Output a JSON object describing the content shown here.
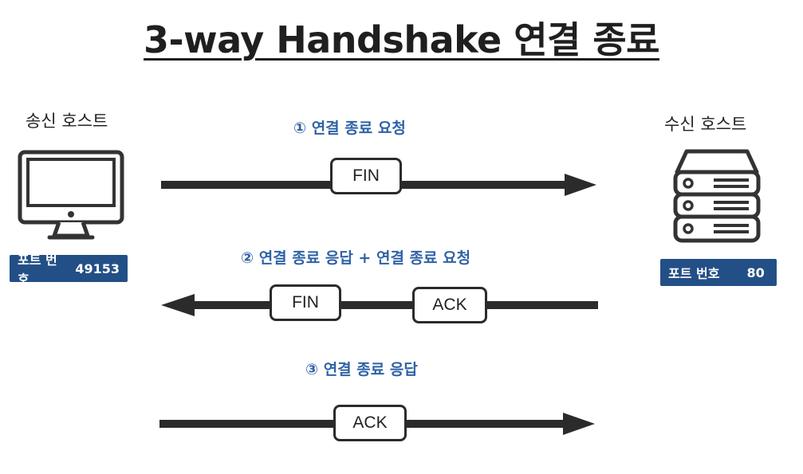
{
  "title": "3-way Handshake 연결 종료",
  "sender": {
    "label": "송신 호스트",
    "port_label": "포트 번호",
    "port_value": "49153"
  },
  "receiver": {
    "label": "수신 호스트",
    "port_label": "포트 번호",
    "port_value": "80"
  },
  "steps": [
    {
      "label": "① 연결 종료 요청",
      "direction": "right",
      "packets": [
        "FIN"
      ]
    },
    {
      "label": "② 연결 종료 응답 + 연결 종료 요청",
      "direction": "left",
      "packets": [
        "FIN",
        "ACK"
      ]
    },
    {
      "label": "③ 연결 종료 응답",
      "direction": "right",
      "packets": [
        "ACK"
      ]
    }
  ],
  "icons": {
    "sender": "desktop-monitor-icon",
    "receiver": "server-rack-icon"
  },
  "colors": {
    "accent": "#2f62a6",
    "port_badge": "#234f87",
    "line": "#2b2b2b"
  }
}
